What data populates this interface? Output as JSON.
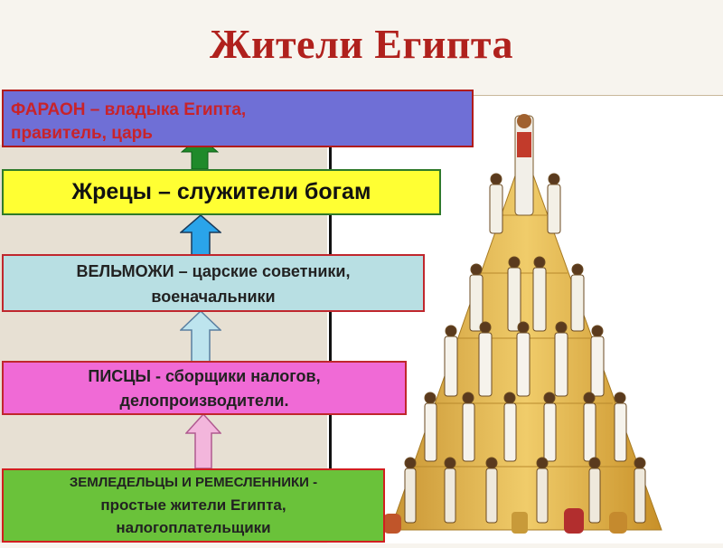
{
  "title": "Жители Египта",
  "levels": {
    "pharaoh": {
      "line1": "ФАРАОН – владыка Египта,",
      "line2": "правитель, царь"
    },
    "priests": {
      "text": "Жрецы – служители богам"
    },
    "nobles": {
      "line1": "ВЕЛЬМОЖИ – царские советники,",
      "line2": "военачальники"
    },
    "scribes": {
      "line1": "ПИСЦЫ - сборщики налогов,",
      "line2": "делопроизводители."
    },
    "farmers": {
      "line1": "ЗЕМЛЕДЕЛЬЦЫ И РЕМЕСЛЕННИКИ -",
      "line2": "простые жители Египта,",
      "line3": "налогоплательщики"
    }
  },
  "arrows": [
    {
      "name": "arrow-green",
      "color": "#1f8a2a"
    },
    {
      "name": "arrow-blue",
      "color": "#2aa4ea"
    },
    {
      "name": "arrow-light-blue",
      "color": "#bde4ee"
    },
    {
      "name": "arrow-pink",
      "color": "#f3b6dc"
    }
  ],
  "colors": {
    "title": "#b0211d",
    "pharaoh_box": "#6f6fd6",
    "priests_box": "#ffff33",
    "nobles_box": "#b8dfe3",
    "scribes_box": "#f06ad6",
    "farmers_box": "#6ac23a",
    "pyramid": "#e4b64c"
  },
  "illustration": {
    "icon": "egyptian-social-pyramid-illustration"
  }
}
